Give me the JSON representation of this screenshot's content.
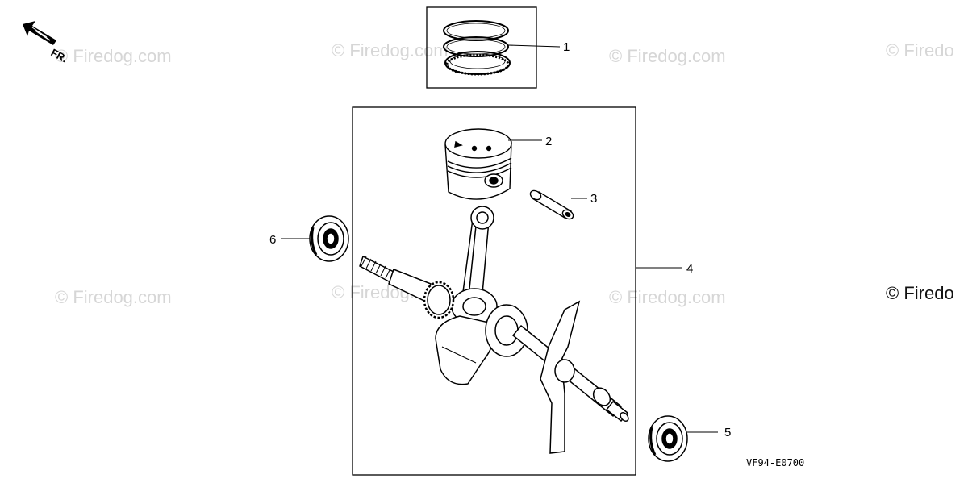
{
  "diagram": {
    "front_indicator": "FR.",
    "diagram_code": "VF94-E0700",
    "watermarks": [
      "© Firedog.com",
      "© Firedog.com",
      "© Firedog.com",
      "© Firedo",
      "© Firedog.com",
      "© Firedog.com",
      "© Firedog.com",
      "© Firedo"
    ],
    "callouts": [
      {
        "number": "1",
        "part": "piston-ring-set"
      },
      {
        "number": "2",
        "part": "piston"
      },
      {
        "number": "3",
        "part": "piston-pin"
      },
      {
        "number": "4",
        "part": "crankshaft-assembly"
      },
      {
        "number": "5",
        "part": "oil-seal-lower"
      },
      {
        "number": "6",
        "part": "oil-seal-upper"
      }
    ]
  }
}
